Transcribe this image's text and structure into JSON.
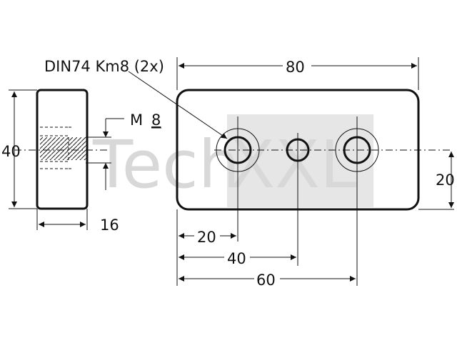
{
  "drawing": {
    "callout_holes": "DIN74 Km8 (2x)",
    "thread_label_prefix": "M",
    "thread_label_size": "8",
    "dim_overall_length": "80",
    "dim_side_height": "40",
    "dim_side_thickness": "16",
    "dim_hole_offset_vertical": "20",
    "dim_hole1_x": "20",
    "dim_center_hole_x": "40",
    "dim_hole2_x": "60"
  },
  "watermark": {
    "left": "Tech",
    "right": "XXL",
    "color": "#b9b9b9"
  },
  "colors": {
    "line": "#111111",
    "background": "#ffffff"
  }
}
